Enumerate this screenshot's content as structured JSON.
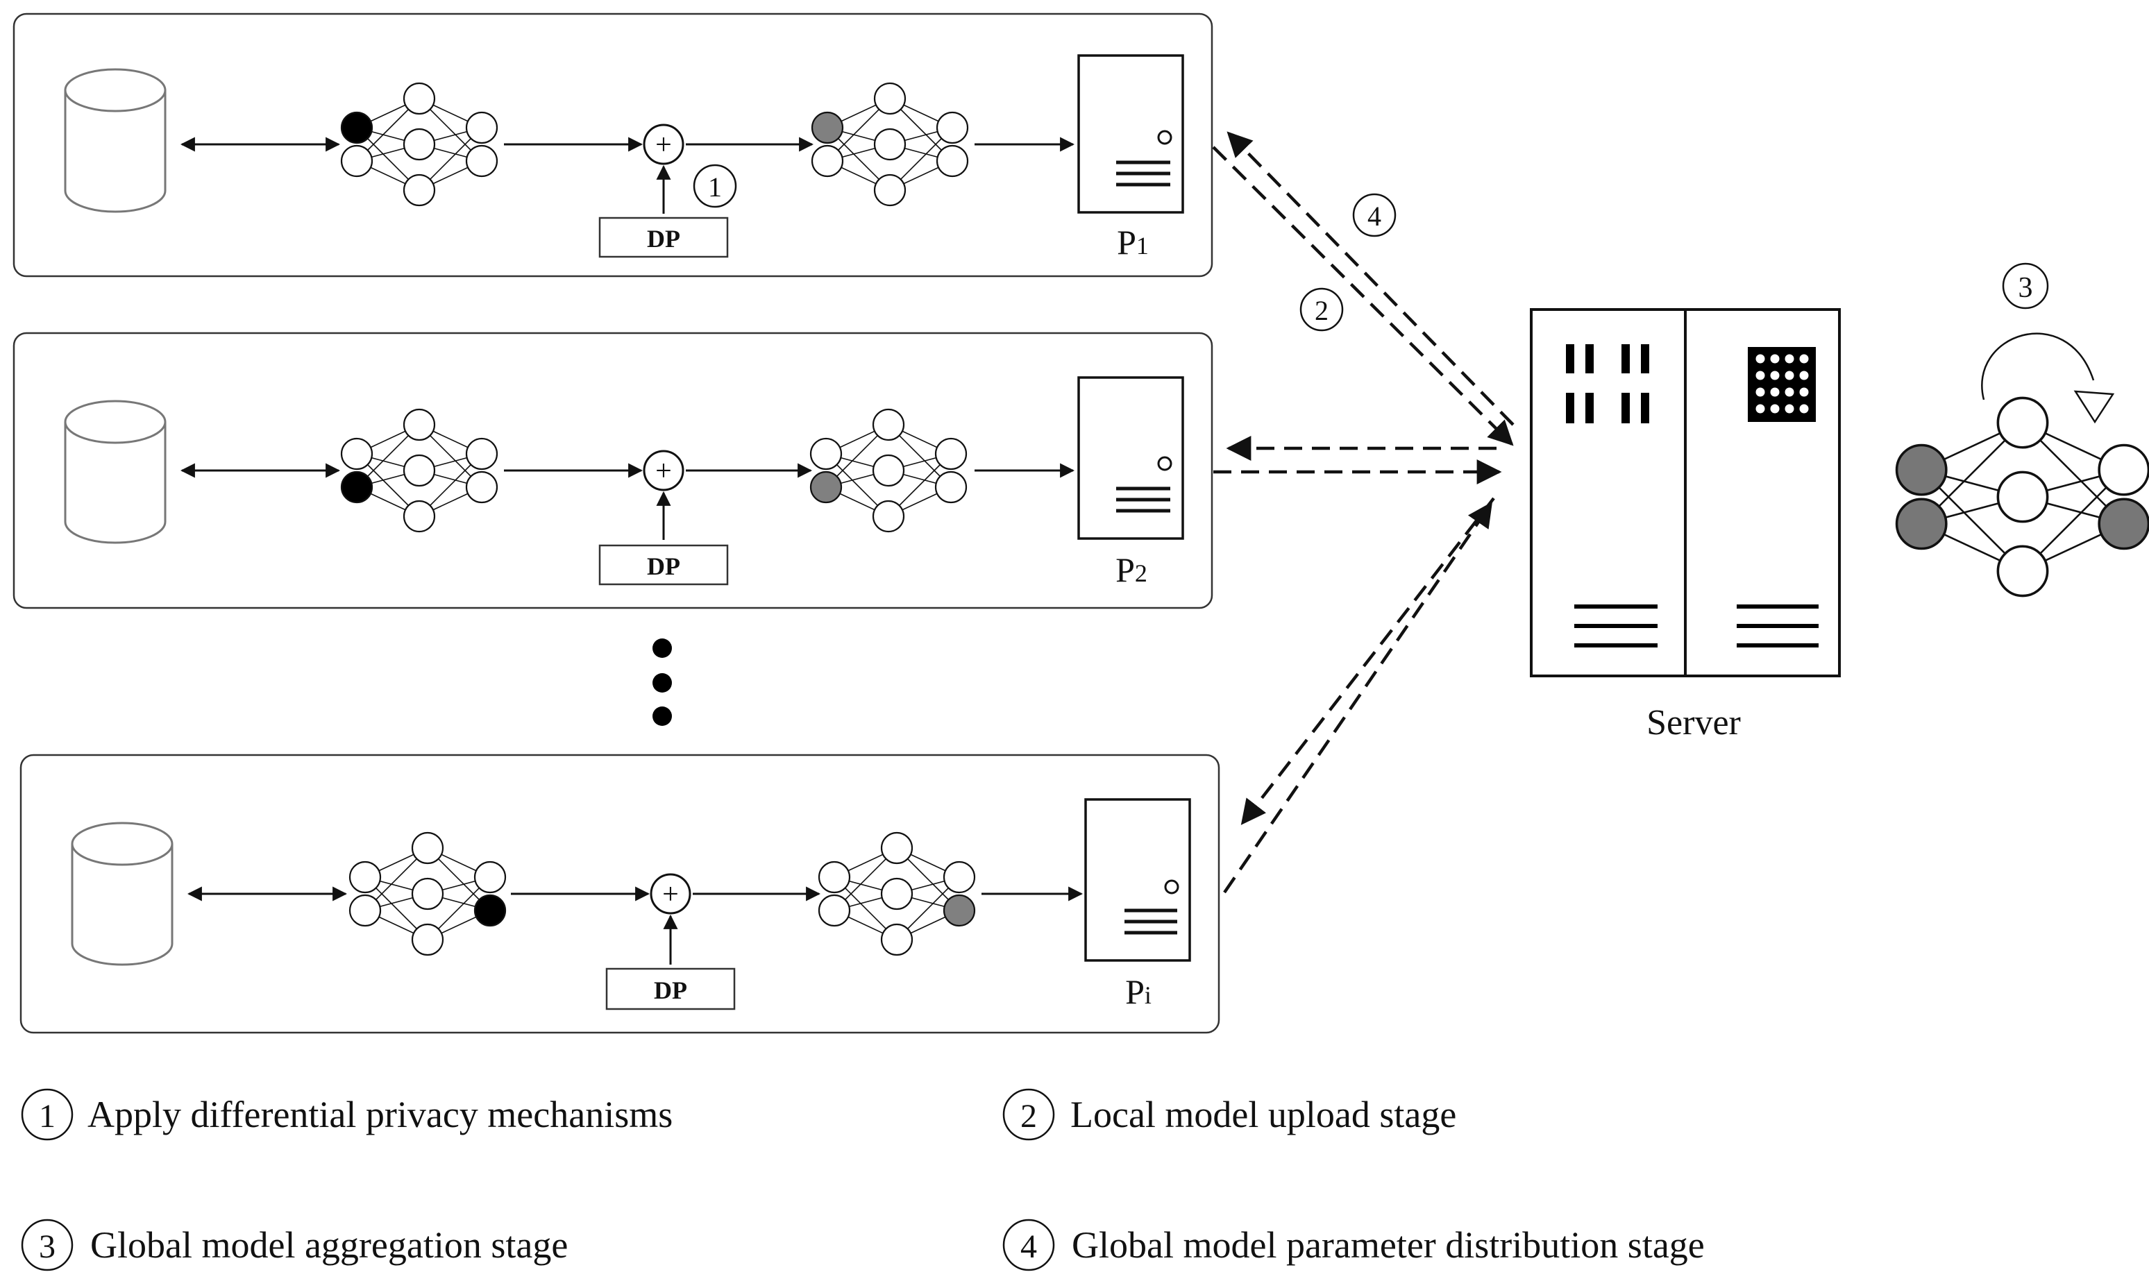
{
  "clients": [
    {
      "id": "p1",
      "label": "P",
      "sub": "1",
      "dp_label": "DP",
      "step_marker": "1",
      "hl_in": [
        0
      ],
      "hl_out": [
        0
      ],
      "hl_in_color": "#000000",
      "hl_out_color": "#808080"
    },
    {
      "id": "p2",
      "label": "P",
      "sub": "2",
      "dp_label": "DP",
      "step_marker": "",
      "hl_in": [
        1
      ],
      "hl_out": [
        1
      ],
      "hl_in_color": "#000000",
      "hl_out_color": "#808080"
    },
    {
      "id": "pi",
      "label": "P",
      "sub": "i",
      "dp_label": "DP",
      "step_marker": "",
      "hl_in": [
        4
      ],
      "hl_out": [
        4
      ],
      "hl_in_color": "#000000",
      "hl_out_color": "#808080"
    }
  ],
  "plus_symbol": "+",
  "server": {
    "label": "Server"
  },
  "arrow_markers": {
    "distribution": "4",
    "upload": "2"
  },
  "aggregation": {
    "marker": "3",
    "hl": [
      0,
      1,
      4
    ],
    "hl_color": "#777777"
  },
  "legend": [
    {
      "num": "1",
      "text": "Apply differential privacy mechanisms"
    },
    {
      "num": "2",
      "text": "Local model upload stage"
    },
    {
      "num": "3",
      "text": "Global model aggregation stage"
    },
    {
      "num": "4",
      "text": "Global model parameter distribution stage"
    }
  ],
  "colors": {
    "stroke": "#111111",
    "panel_stroke": "#333333",
    "cylinder_stroke": "#777777",
    "hl_black": "#000000",
    "hl_gray": "#808080"
  }
}
